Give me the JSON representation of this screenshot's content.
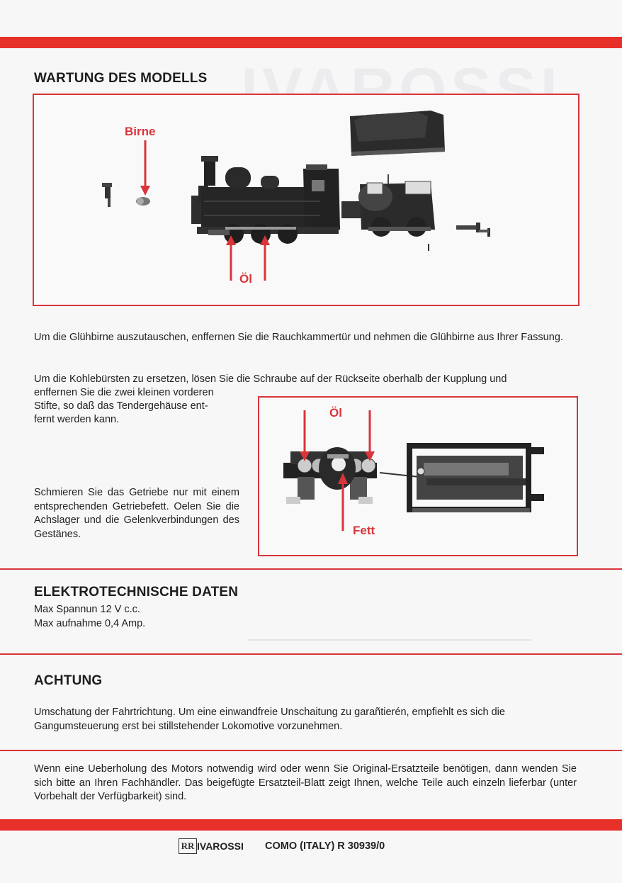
{
  "section1": {
    "title": "WARTUNG DES MODELLS",
    "figure1_labels": {
      "bulb": "Birne",
      "oil": "Öl"
    },
    "para1": "Um die Glühbirne auszutauschen, enffernen Sie die Rauchkammertür und nehmen die Glühbirne aus Ihrer Fassung.",
    "para2_line1": "Um die Kohlebürsten zu ersetzen, lösen Sie die Schraube auf der Rückseite oberhalb der Kupplung und",
    "para2_line2": "enffernen Sie die zwei kleinen vorderen",
    "para2_line3": "Stifte, so daß das Tendergehäuse ent-",
    "para2_line4": "fernt werden kann.",
    "figure2_labels": {
      "oil": "Öl",
      "grease": "Fett"
    },
    "para3": "Schmieren Sie das Getriebe nur mit einem entsprechenden Getriebefett. Oelen Sie die Achslager und die Gelenkverbindungen des Gestänes."
  },
  "section2": {
    "title": "ELEKTROTECHNISCHE DATEN",
    "line1": "Max Spannun 12 V c.c.",
    "line2": "Max aufnahme 0,4 Amp."
  },
  "section3": {
    "title": "ACHTUNG",
    "para": "Umschatung der Fahrtrichtung. Um eine einwandfreie Unschaitung zu garañtierén, empfiehlt es sich die Gangumsteuerung erst bei stillstehender Lokomotive vorzunehmen."
  },
  "section4": {
    "para": "Wenn eine Ueberholung des Motors notwendig wird oder wenn Sie Original-Ersatzteile benötigen, dann wenden Sie sich bitte an Ihren Fachhändler. Das beigefügte Ersatzteil-Blatt zeigt Ihnen, welche Teile auch einzeln lieferbar (unter Vorbehalt der Verfügbarkeit) sind."
  },
  "footer": {
    "logo_monogram": "RR",
    "brand": "IVAROSSI",
    "address": "COMO (ITALY) R 30939/0"
  },
  "colors": {
    "accent": "#d8343a",
    "bar": "#e8302a",
    "text": "#1d1d1f"
  }
}
